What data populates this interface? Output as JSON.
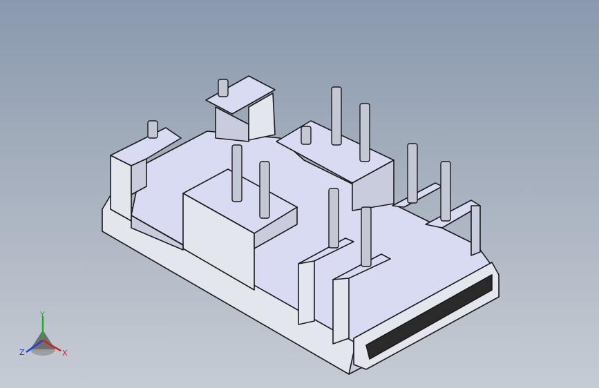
{
  "viewport": {
    "background_top": "#8a99ae",
    "background_bottom": "#c6ccd4"
  },
  "model": {
    "face_top_color": "#d8dbf2",
    "face_side_color": "#c9ccdd",
    "face_front_color": "#e4e6ee",
    "edge_color": "#1a1a1a",
    "pin_color": "#c4c8d4",
    "slot_color": "#2a2a2a"
  },
  "triad": {
    "x_label": "X",
    "y_label": "Y",
    "z_label": "Z",
    "x_color": "#d62020",
    "y_color": "#20b020",
    "z_color": "#2040d0"
  }
}
